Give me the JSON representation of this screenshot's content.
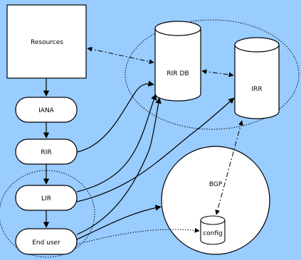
{
  "diagram": {
    "labels": {
      "resources": "Resources",
      "iana": "IANA",
      "rir": "RIR",
      "lir": "LIR",
      "end_user": "End user",
      "rir_db": "RIR DB",
      "irr": "IRR",
      "bgp": "BGP",
      "config": "config"
    }
  }
}
